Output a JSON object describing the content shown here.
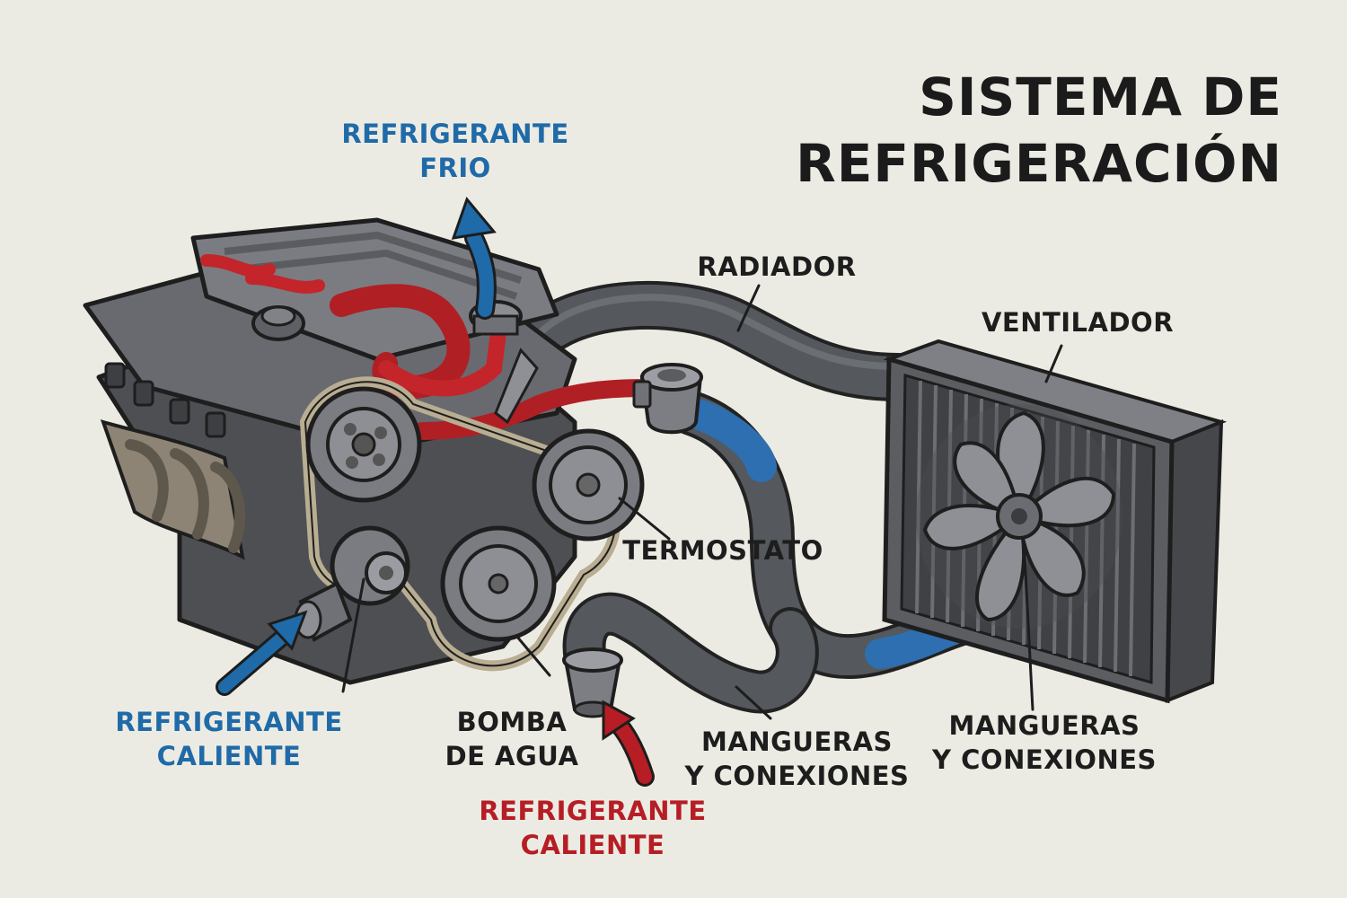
{
  "title": {
    "line1": "SISTEMA DE",
    "line2": "REFRIGERACIÓN"
  },
  "labels": {
    "refrigerante_frio": {
      "line1": "REFRIGERANTE",
      "line2": "FRIO"
    },
    "radiador": "RADIADOR",
    "ventilador": "VENTILADOR",
    "termostato": "TERMOSTATO",
    "bomba_de_agua": {
      "line1": "BOMBA",
      "line2": "DE AGUA"
    },
    "refrigerante_caliente_izq": {
      "line1": "REFRIGERANTE",
      "line2": "CALIENTE"
    },
    "refrigerante_caliente_abajo": {
      "line1": "REFRIGERANTE",
      "line2": "CALIENTE"
    },
    "mangueras_centro": {
      "line1": "MANGUERAS",
      "line2": "Y CONEXIONES"
    },
    "mangueras_derecha": {
      "line1": "MANGUERAS",
      "line2": "Y CONEXIONES"
    }
  },
  "colors": {
    "background": "#ecebe3",
    "cold_coolant": "#1f6aa8",
    "hot_coolant": "#b61d24",
    "engine": "#5b5d61",
    "hose": "#4d5054",
    "text": "#1d1d1d"
  }
}
